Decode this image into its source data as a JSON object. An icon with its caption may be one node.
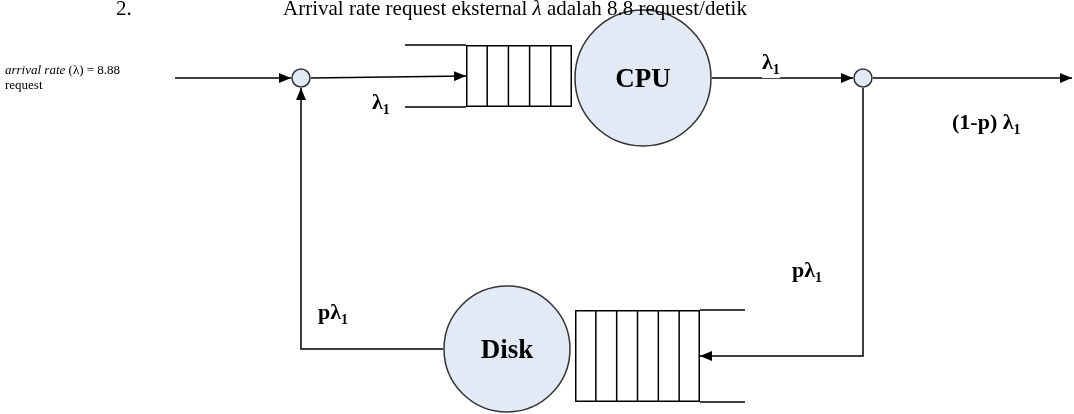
{
  "diagram": {
    "nodes": [
      {
        "text": [],
        "shape": "circle"
      },
      {
        "text": [],
        "shape": "queue"
      },
      {
        "text": [
          "CPU"
        ]
      },
      {
        "text": [],
        "shape": "circle"
      },
      {
        "text": [],
        "shape": "queue"
      },
      {
        "text": [
          "Disk"
        ]
      }
    ],
    "edges": [
      {
        "from": null,
        "to": 0,
        "arrow": "to"
      },
      {
        "from": 0,
        "to": 1,
        "arrow": "to",
        "label": "λ$_{1}$"
      },
      {
        "from": 2,
        "to": 3,
        "arrow": "to",
        "label": "λ$_{1}$"
      },
      {
        "from": 3,
        "to": null,
        "arrow": "to",
        "label": "(1-p) λ$_{1}$"
      },
      {
        "from": 3,
        "to": 4,
        "arrow": "to",
        "label": "pλ$_{1}$"
      },
      {
        "from": 5,
        "to": 0,
        "arrow": "to",
        "label": "pλ$_{1}$"
      }
    ],
    "labels": [
      "2.",
      "Arrival rate request eksternal *λ* adalah 8.8 request/detik",
      "*arrival rate* (λ) = 8.88 request"
    ]
  }
}
